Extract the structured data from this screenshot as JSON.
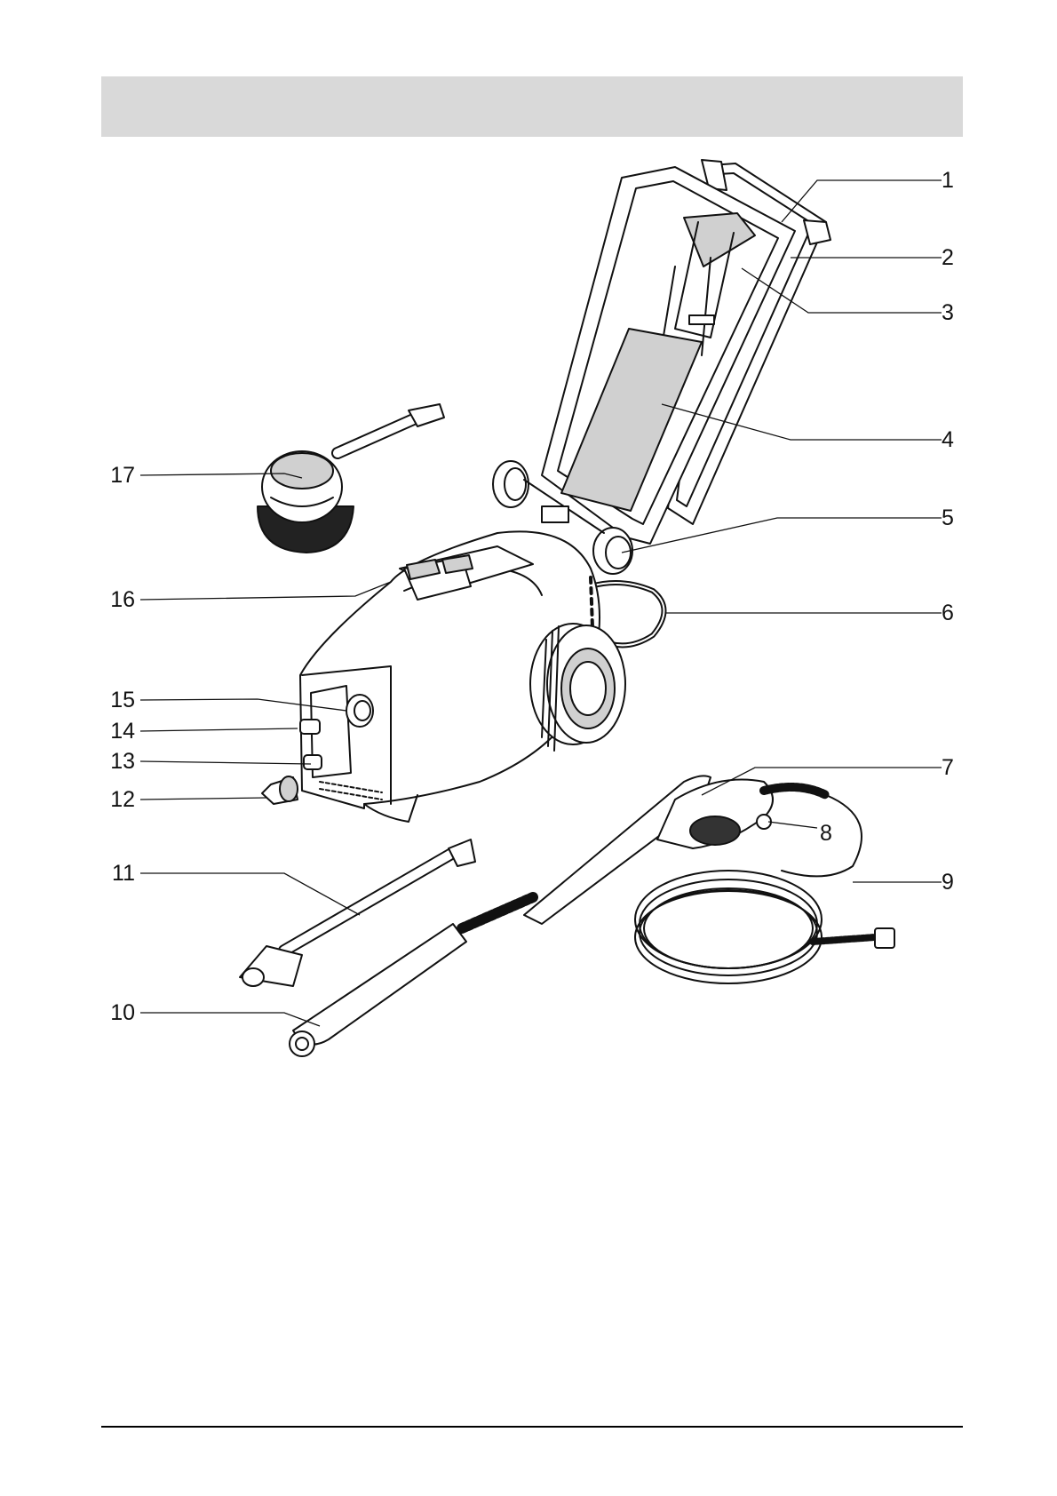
{
  "callouts": {
    "c1": "1",
    "c2": "2",
    "c3": "3",
    "c4": "4",
    "c5": "5",
    "c6": "6",
    "c7": "7",
    "c8": "8",
    "c9": "9",
    "c10": "10",
    "c11": "11",
    "c12": "12",
    "c13": "13",
    "c14": "14",
    "c15": "15",
    "c16": "16",
    "c17": "17"
  },
  "colors": {
    "header_bar": "#d9d9d9",
    "line_art": "#111111"
  }
}
